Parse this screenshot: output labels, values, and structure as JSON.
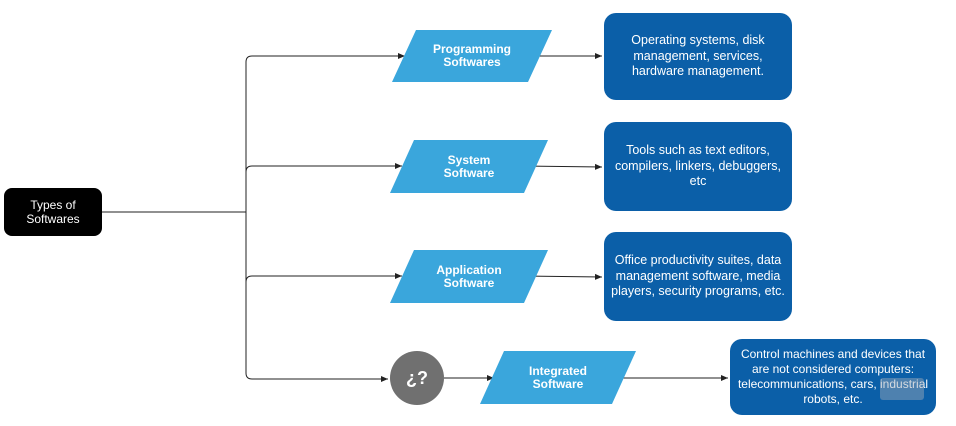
{
  "root": {
    "label": "Types of Softwares"
  },
  "branches": [
    {
      "category": "Programming\nSoftwares",
      "description": "Operating systems, disk management, services, hardware management."
    },
    {
      "category": "System\nSoftware",
      "description": "Tools such as text editors, compilers, linkers, debuggers, etc"
    },
    {
      "category": "Application\nSoftware",
      "description": "Office productivity suites, data management software, media players, security programs, etc."
    },
    {
      "category": "Integrated\nSoftware",
      "description": "Control machines and devices that are not considered computers: telecommunications, cars, industrial robots, etc."
    }
  ],
  "question_node": {
    "label": "¿?"
  },
  "colors": {
    "root_fill": "#000000",
    "category_fill": "#3aa6dc",
    "description_fill": "#0b5fa8",
    "question_fill": "#707070",
    "connector": "#222222"
  }
}
